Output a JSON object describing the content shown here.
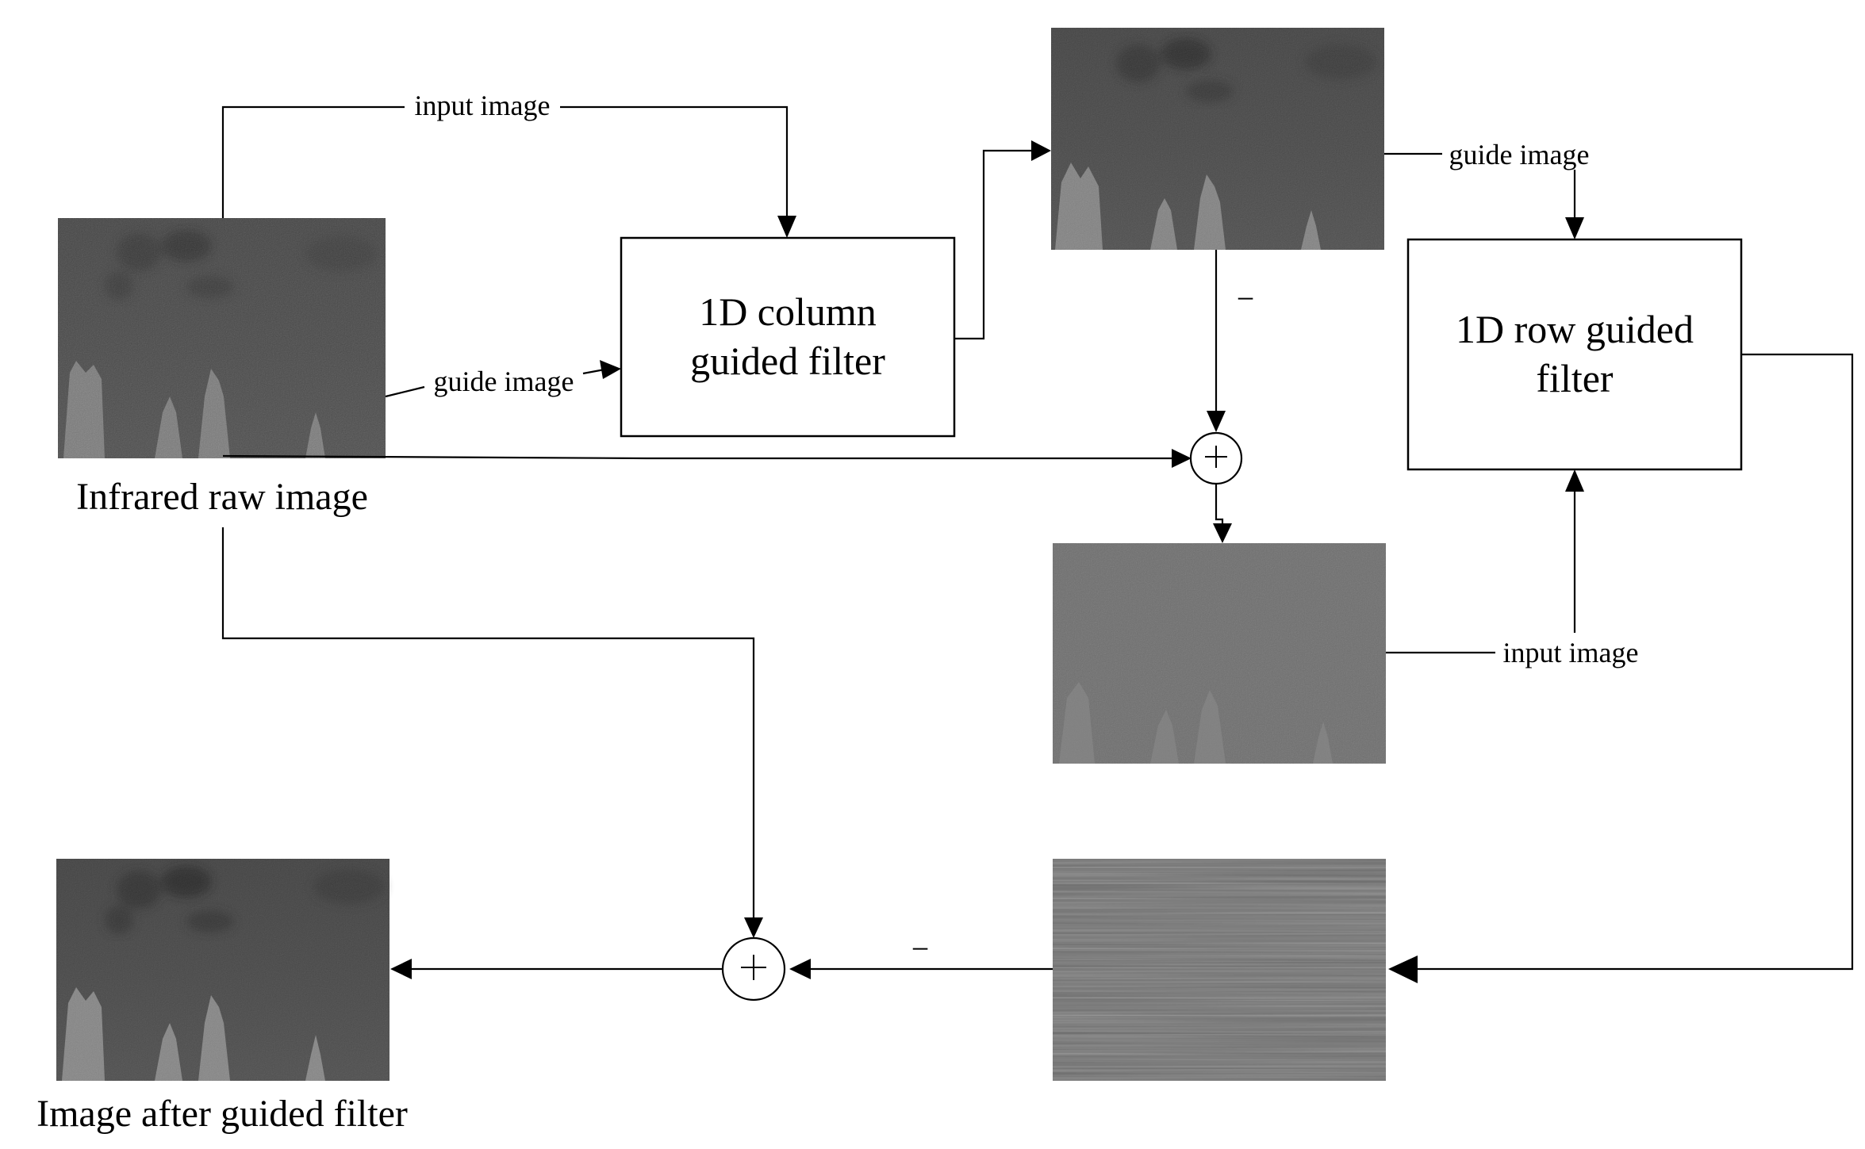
{
  "blocks": {
    "column_filter": [
      "1D column",
      "guided filter"
    ],
    "row_filter": [
      "1D row guided",
      "filter"
    ]
  },
  "edge_labels": {
    "input_image_top": "input image",
    "guide_image_left": "guide image",
    "guide_image_right": "guide image",
    "input_image_right": "input image"
  },
  "captions": {
    "raw": "Infrared raw image",
    "output": "Image after guided filter"
  },
  "signs": {
    "minus": "−",
    "plus": "+"
  },
  "images": [
    "infrared-raw-image",
    "column-filtered-image",
    "column-noise-image",
    "row-noise-image",
    "output-image"
  ]
}
